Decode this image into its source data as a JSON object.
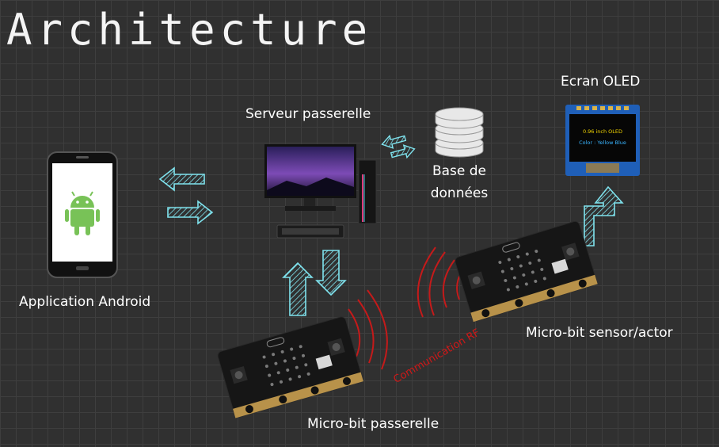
{
  "title": "Architecture",
  "nodes": {
    "android": "Application Android",
    "server": "Serveur passerelle",
    "database_line1": "Base de",
    "database_line2": "données",
    "oled": "Ecran OLED",
    "oled_screen_line1": "0.96 inch OLED",
    "oled_screen_line2": "Color : Yellow Blue",
    "sensor": "Micro-bit sensor/actor",
    "gateway": "Micro-bit passerelle"
  },
  "links": {
    "rf": "Communication RF"
  },
  "colors": {
    "background": "#303030",
    "arrow": "#7fe3ee",
    "rf": "#d01818",
    "android_green": "#78c257"
  }
}
